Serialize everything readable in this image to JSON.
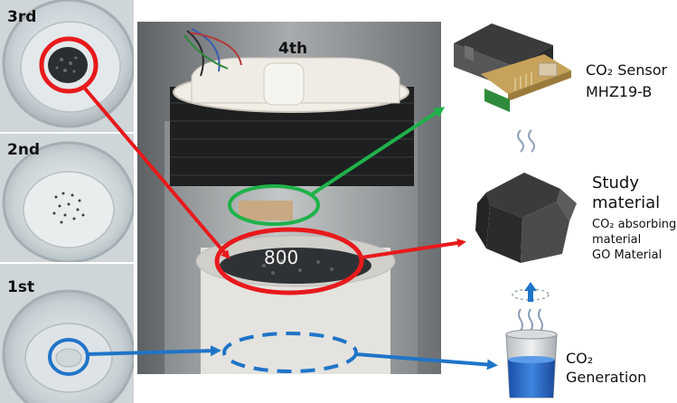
{
  "photos": {
    "third": {
      "label": "3rd"
    },
    "second": {
      "label": "2nd"
    },
    "first": {
      "label": "1st"
    },
    "fourth": {
      "label": "4th",
      "beaker_mark": "800"
    }
  },
  "components": {
    "sensor": {
      "line1": "CO₂ Sensor",
      "line2": "MHZ19-B"
    },
    "material": {
      "title1": "Study",
      "title2": "material",
      "desc1": "CO₂ absorbing",
      "desc2": "material",
      "desc3": "GO Material"
    },
    "generation": {
      "label": "CO₂ Generation"
    }
  },
  "colors": {
    "red": "#e8191c",
    "green": "#1fb24a",
    "blue": "#1f74c8"
  },
  "icons": [
    "co2-sensor-module-icon",
    "polyhedron-material-icon",
    "beaker-liquid-icon",
    "gas-wave-icon",
    "upward-arrow-icon"
  ]
}
